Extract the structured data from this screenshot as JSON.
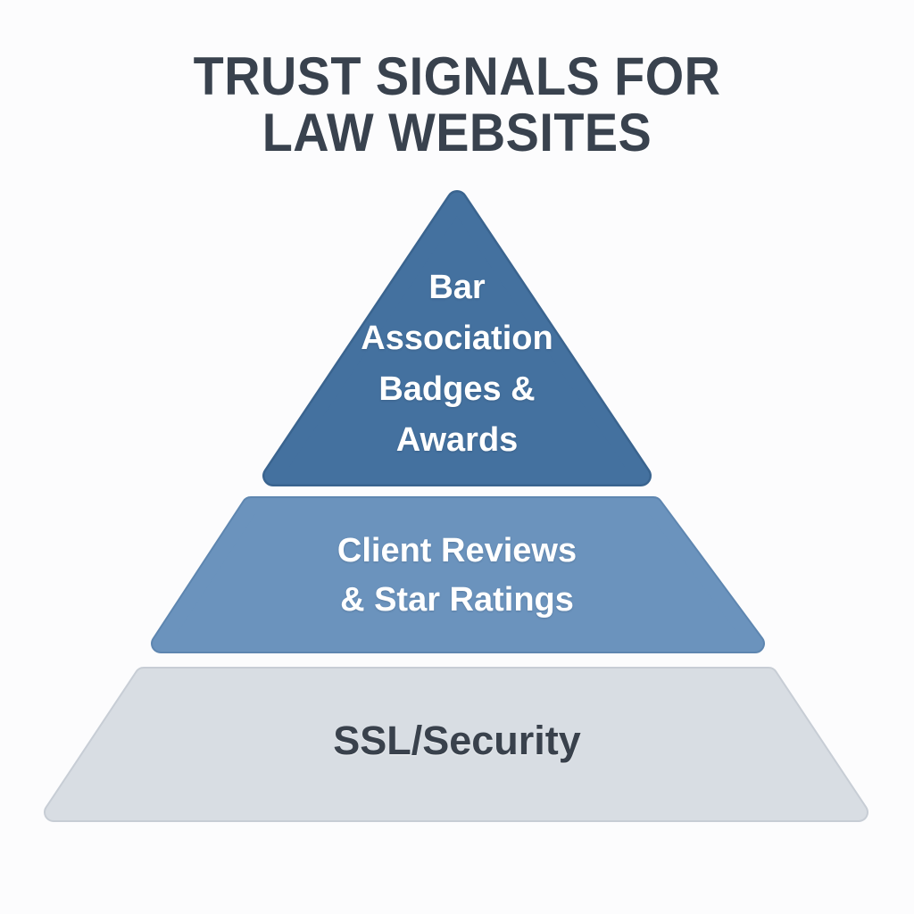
{
  "title": {
    "text": "TRUST SIGNALS FOR LAW WEBSITES",
    "lines": [
      "TRUST SIGNALS FOR",
      "LAW WEBSITES"
    ],
    "color": "#39424e"
  },
  "pyramid": {
    "type": "pyramid-3-tier",
    "tiers": [
      {
        "rank": 1,
        "position": "top",
        "label": "Bar Association Badges & Awards",
        "lines": [
          "Bar",
          "Association",
          "Badges &",
          "Awards"
        ],
        "fill": "#44719f",
        "rim": "#3a648f",
        "text_color": "#ffffff"
      },
      {
        "rank": 2,
        "position": "middle",
        "label": "Client Reviews & Star Ratings",
        "lines": [
          "Client Reviews",
          "& Star Ratings"
        ],
        "fill": "#6b93bd",
        "rim": "#5e86b0",
        "text_color": "#ffffff"
      },
      {
        "rank": 3,
        "position": "bottom",
        "label": "SSL/Security",
        "lines": [
          "SSL/Security"
        ],
        "fill": "#d8dde3",
        "rim": "#c7cdd5",
        "text_color": "#39414c"
      }
    ]
  },
  "background_color": "#fcfcfd"
}
